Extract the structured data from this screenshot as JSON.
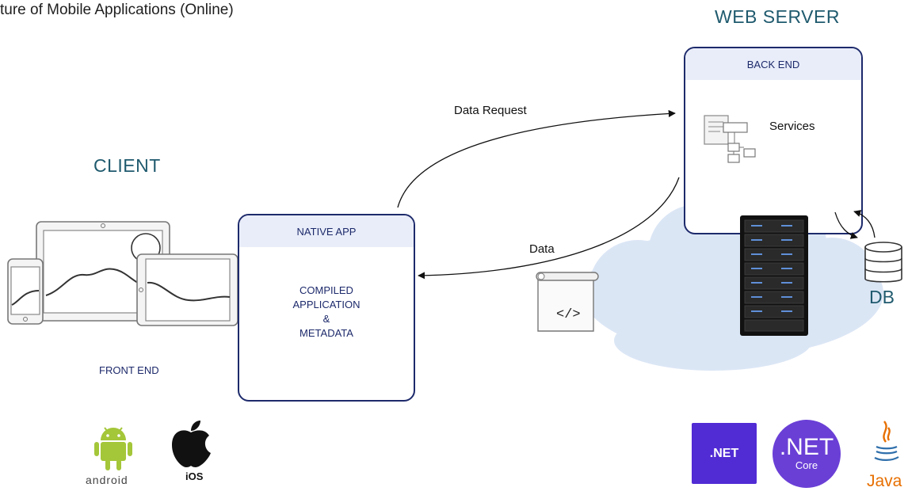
{
  "title": "ture of Mobile Applications (Online)",
  "client": {
    "heading": "CLIENT",
    "front_end": "FRONT END"
  },
  "native_app": {
    "header": "NATIVE APP",
    "line1": "COMPILED",
    "line2": "APPLICATION",
    "line3": "&",
    "line4": "METADATA"
  },
  "arrows": {
    "request": "Data Request",
    "response": "Data"
  },
  "server": {
    "heading": "WEB SERVER",
    "back_end": "BACK END",
    "services": "Services",
    "db": "DB"
  },
  "code_icon": "</>",
  "logos": {
    "android": "android",
    "ios": "iOS",
    "dotnet": ".NET",
    "dotnet_core_main": ".NET",
    "dotnet_core_sub": "Core",
    "java": "Java"
  },
  "colors": {
    "accent": "#1d2a6b",
    "heading": "#1f5a6e",
    "header_fill": "#e9edf9",
    "cloud": "#dbe6f5",
    "android": "#a4c639",
    "dotnet": "#512bd4",
    "java": "#e76f00"
  }
}
